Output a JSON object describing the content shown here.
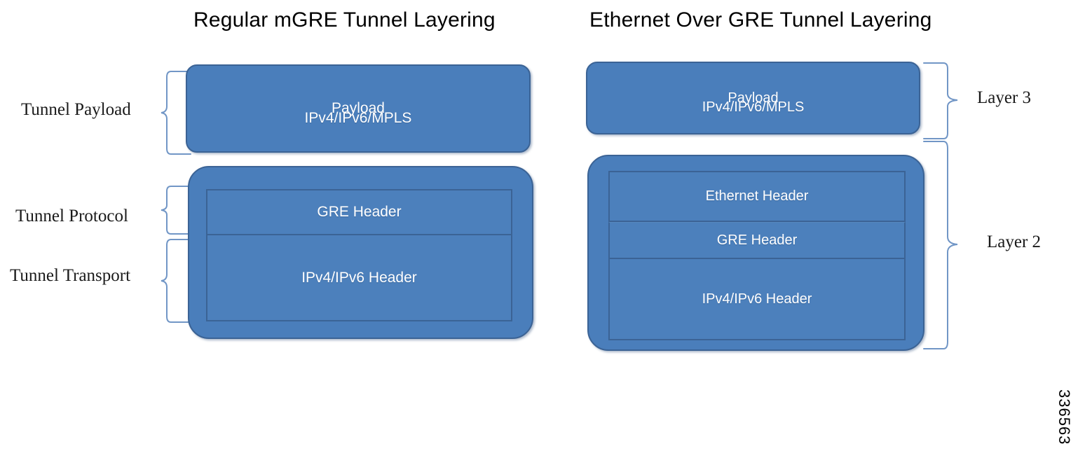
{
  "figure": {
    "id_number": "336563"
  },
  "diagrams": [
    {
      "title": "Regular mGRE Tunnel Layering",
      "payload_box": {
        "line1": "Payload",
        "line2": "IPv4/IPv6/MPLS"
      },
      "stack_boxes": [
        {
          "label": "GRE Header"
        },
        {
          "label": "IPv4/IPv6 Header"
        }
      ]
    },
    {
      "title": "Ethernet Over GRE Tunnel Layering",
      "payload_box": {
        "line1": "Payload",
        "line2": "IPv4/IPv6/MPLS"
      },
      "stack_boxes": [
        {
          "label": "Ethernet Header"
        },
        {
          "label": "GRE Header"
        },
        {
          "label": "IPv4/IPv6 Header"
        }
      ]
    }
  ],
  "left_annotations": [
    {
      "label": "Tunnel Payload"
    },
    {
      "label": "Tunnel Protocol"
    },
    {
      "label": "Tunnel Transport"
    }
  ],
  "right_annotations": [
    {
      "label": "Layer 3"
    },
    {
      "label": "Layer 2"
    }
  ],
  "colors": {
    "box_fill": "#4A7EBB",
    "box_border": "#3B6395",
    "brace": "#7196C6",
    "text_on_box": "#FFFFFF",
    "title_text": "#000000",
    "background": "#FFFFFF"
  }
}
